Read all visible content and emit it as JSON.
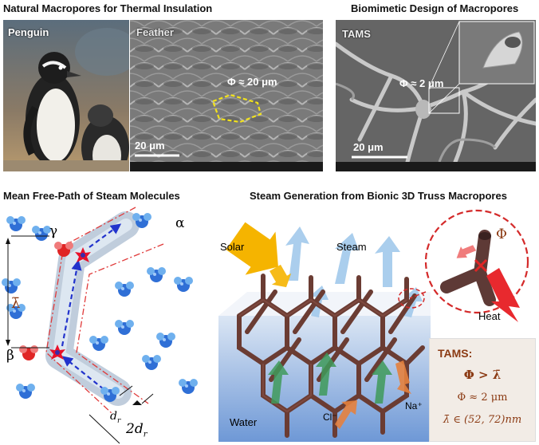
{
  "titles": {
    "top_left": "Natural Macropores for Thermal Insulation",
    "top_right": "Biomimetic Design of Macropores",
    "bottom_left": "Mean Free-Path of Steam Molecules",
    "bottom_right": "Steam Generation from Bionic 3D Truss Macropores"
  },
  "panels": {
    "penguin_label": "Penguin",
    "feather_label": "Feather",
    "feather_pore": "Φ ≈ 20 μm",
    "feather_scale": "20 μm",
    "tams_label": "TAMS",
    "tams_pore": "Φ ≈ 2 μm",
    "tams_scale": "20 μm"
  },
  "mean_free_path": {
    "gamma": "γ",
    "alpha": "α",
    "beta": "β",
    "lambda": "λ̄",
    "dr": "d",
    "two_dr": "2d",
    "sub": "r"
  },
  "steam": {
    "solar": "Solar",
    "steam": "Steam",
    "water": "Water",
    "cl": "Cl⁻",
    "na": "Na⁺",
    "heat": "Heat",
    "phi": "Φ"
  },
  "tams_box": {
    "title": "TAMS:",
    "line1": "Φ > λ̄",
    "line2": "Φ ≈ 2 μm",
    "line3": "λ̄ ∈ (52, 72)nm"
  },
  "colors": {
    "title_brown": "#8b3a13",
    "truss": "#6b3c33",
    "molecule_blue": "#2f6fd6",
    "molecule_red": "#e02525",
    "solar": "#f5b400",
    "steam_arrow": "#9cc6ea"
  }
}
